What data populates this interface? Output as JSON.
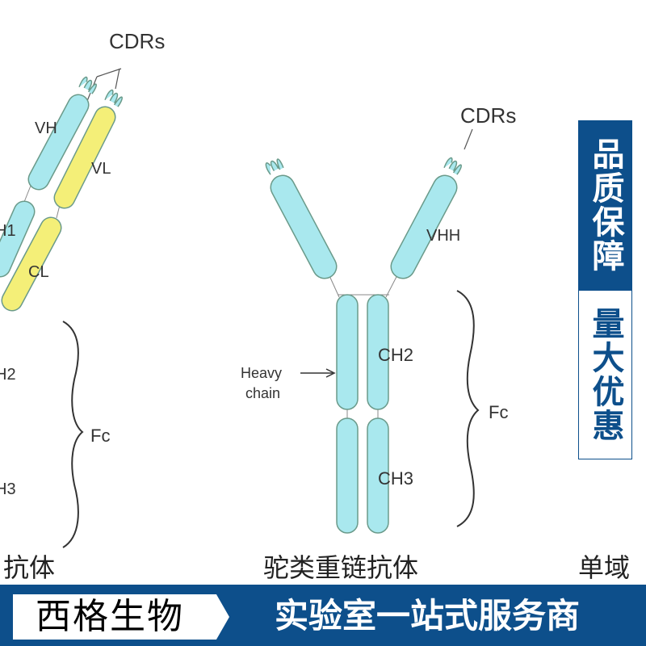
{
  "diagram": {
    "left_antibody": {
      "cdrs": "CDRs",
      "vh": "VH",
      "vl": "VL",
      "ch1": "H1",
      "cl": "CL",
      "ch2": "H2",
      "ch3": "H3",
      "fc": "Fc",
      "caption": "抗体"
    },
    "center_antibody": {
      "cdrs": "CDRs",
      "vhh": "VHH",
      "heavy_line1": "Heavy",
      "heavy_line2": "chain",
      "ch2": "CH2",
      "ch3": "CH3",
      "fc": "Fc",
      "caption": "驼类重链抗体"
    },
    "right_caption": "单域",
    "colors": {
      "heavy": "#a9e8ee",
      "light": "#f4ef78",
      "outline": "#6a9a8a"
    }
  },
  "badges": {
    "quality": "品质保障",
    "discount": "量大优惠"
  },
  "banner": {
    "brand": "西格生物",
    "slogan": "实验室一站式服务商",
    "color": "#0d4f8b"
  }
}
